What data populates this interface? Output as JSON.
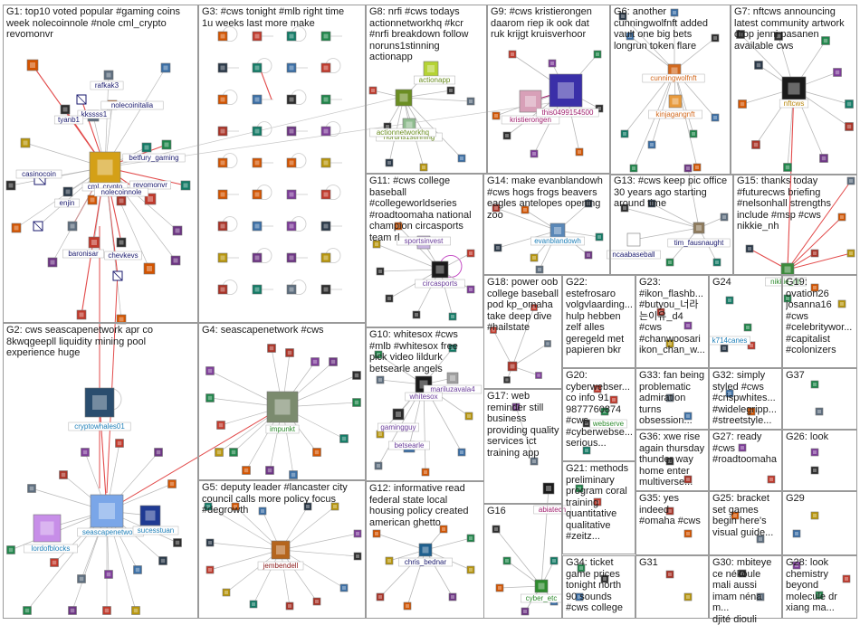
{
  "groups": [
    {
      "id": "g1",
      "label": "G1: top10 voted popular #gaming coins\nweek nolecoinnole #nole cml_crypto\nrevomonvr"
    },
    {
      "id": "g2",
      "label": "G2: cws seascapenetwork apr co\n8kwqgeepll liquidity mining pool\nexperience huge"
    },
    {
      "id": "g3",
      "label": "G3: #cws tonight #mlb right time\n1u weeks last more make"
    },
    {
      "id": "g4",
      "label": "G4: seascapenetwork #cws"
    },
    {
      "id": "g5",
      "label": "G5: deputy leader #lancaster city\ncouncil calls more policy focus\n#degrowth"
    },
    {
      "id": "g6",
      "label": "G6: another\ncunningwolfnft added\nvault one big bets\nlongrun token flare"
    },
    {
      "id": "g7",
      "label": "G7: nftcws announcing\nlatest community artwork\ndrop jenni pasanen\navailable cws"
    },
    {
      "id": "g8",
      "label": "G8: nrfi #cws todays\nactionnetworkhq #kcr\n#nrfi breakdown follow\nnoruns1stinning\nactionapp"
    },
    {
      "id": "g9",
      "label": "G9: #cws kristierongen\ndaarom riep ik ook dat\nruk krijgt kruisverhoor"
    },
    {
      "id": "g10",
      "label": "G10: whitesox #cws\n#mlb #whitesox free\npick video lildurk\nbetsearle angels"
    },
    {
      "id": "g11",
      "label": "G11: #cws college\nbaseball\n#collegeworldseries\n#roadtoomaha national\nchampion circasports\nteam rl"
    },
    {
      "id": "g12",
      "label": "G12: informative read\nfederal state local\nhousing policy created\namerican ghetto"
    },
    {
      "id": "g13",
      "label": "G13: #cws keep pic office\n30 years ago starting\naround time"
    },
    {
      "id": "g14",
      "label": "G14: make evanblandowh\n#cws hogs frogs beavers\neagles antelopes opening\nzoo"
    },
    {
      "id": "g15",
      "label": "G15: thanks today\n#futurecws briefing\n#nelsonhall strengths\ninclude #msp #cws\nnikkie_nh"
    },
    {
      "id": "g16",
      "label": "G16"
    },
    {
      "id": "g17",
      "label": "G17: web\nreminder still\nbusiness\nproviding quality\nservices ict\ntraining app"
    },
    {
      "id": "g18",
      "label": "G18: power oob\ncollege baseball\npod kp_omaha\ntake deep dive\n#hailstate"
    },
    {
      "id": "g19",
      "label": "G19:\novation26\njosanna16\n#cws\n#celebritywor...\n#capitalist\n#colonizers"
    },
    {
      "id": "g20",
      "label": "G20:\ncyberwebser...\nco info 91\n9877760874\n#cws\n#cyberwebse...\nserious..."
    },
    {
      "id": "g21",
      "label": "G21: methods\npreliminary\nprogram coral\ntraining\nquantitative\nqualitative\n#zeitz..."
    },
    {
      "id": "g22",
      "label": "G22:\nestefrosaro\nvolgvlaarding...\nhulp hebben\nzelf alles\ngeregeld met\npapieren bkr"
    },
    {
      "id": "g23",
      "label": "G23:\n#ikon_flashb...\n#butyou_너라\n는이유_d4\n#cws\n#chanwoosari\nikon_chan_w..."
    },
    {
      "id": "g24",
      "label": "G24"
    },
    {
      "id": "g25",
      "label": "G25: bracket\nset games\nbegin here's\nvisual guide..."
    },
    {
      "id": "g26",
      "label": "G26: look"
    },
    {
      "id": "g27",
      "label": "G27: ready\n#cws\n#roadtoomaha"
    },
    {
      "id": "g28",
      "label": "G28: look\nchemistry\nbeyond\nmolecule dr\nxiang ma..."
    },
    {
      "id": "g29",
      "label": "G29"
    },
    {
      "id": "g30",
      "label": "G30: mbiteye\nce nékoule\nmali aussi\nimam néna m...\ndjité diouli"
    },
    {
      "id": "g31",
      "label": "G31"
    },
    {
      "id": "g32",
      "label": "G32: simply\nstyled #cws\n#crispwhites...\n#widelegripp...\n#streetstyle..."
    },
    {
      "id": "g33",
      "label": "G33: fan being\nproblematic\nadmiration\nturns\nobsession..."
    },
    {
      "id": "g34",
      "label": "G34: ticket\ngame prices\ntonight north\n90 sounds\n#cws college"
    },
    {
      "id": "g35",
      "label": "G35: yes\nindeed\n#omaha #cws"
    },
    {
      "id": "g36",
      "label": "G36: xwe rise\nagain thursday\nthunder way\nhome enter\nmultiverse..."
    },
    {
      "id": "g37",
      "label": "G37"
    }
  ],
  "vertex_labels": [
    {
      "id": "rafkak3",
      "text": "rafkak3",
      "color": "#1a1a6e"
    },
    {
      "id": "nolecoinitalia",
      "text": "nolecoinitalia",
      "color": "#1a1a6e"
    },
    {
      "id": "kssss1",
      "text": "kkssss1",
      "color": "#1a1a6e"
    },
    {
      "id": "tyanb1",
      "text": "tyanb1",
      "color": "#1a1a6e"
    },
    {
      "id": "casinocoin",
      "text": "casinocoin",
      "color": "#1a1a6e"
    },
    {
      "id": "cml_crypto",
      "text": "cml_crypto",
      "color": "#1a1a6e"
    },
    {
      "id": "betfury",
      "text": "betfury_gaming",
      "color": "#1a1a6e"
    },
    {
      "id": "revomonvr",
      "text": "revomonvr",
      "color": "#1a1a6e"
    },
    {
      "id": "nolecoinnole",
      "text": "nolecoinnole",
      "color": "#1a1a6e"
    },
    {
      "id": "enjin",
      "text": "enjin",
      "color": "#1a1a6e"
    },
    {
      "id": "baronisar",
      "text": "baronisar",
      "color": "#1a1a6e"
    },
    {
      "id": "chevkevs",
      "text": "chevkevs",
      "color": "#1a1a6e"
    },
    {
      "id": "cryptowhales01",
      "text": "cryptowhales01",
      "color": "#1e7fb8"
    },
    {
      "id": "seascapenetwork",
      "text": "seascapenetwork",
      "color": "#1e7fb8"
    },
    {
      "id": "sucesstuan",
      "text": "sucesstuan",
      "color": "#1e7fb8"
    },
    {
      "id": "lordofblocks",
      "text": "lordofblocks",
      "color": "#1e7fb8"
    },
    {
      "id": "impunkt",
      "text": "impunkt",
      "color": "#2e8b2e"
    },
    {
      "id": "jembendell",
      "text": "jembendell",
      "color": "#8b1a1a"
    },
    {
      "id": "actionapp",
      "text": "actionapp",
      "color": "#6b8e23"
    },
    {
      "id": "noruns1stinning",
      "text": "noruns1stinning",
      "color": "#6b8e23"
    },
    {
      "id": "actionnetworkhq",
      "text": "actionnetworkhq",
      "color": "#6b8e23"
    },
    {
      "id": "kristierongen",
      "text": "kristierongen",
      "color": "#a0206e"
    },
    {
      "id": "this0499154500",
      "text": "this0499154500",
      "color": "#a0206e"
    },
    {
      "id": "cunningwolfnft",
      "text": "cunningwolfnft",
      "color": "#d2691e"
    },
    {
      "id": "kinjagangnft",
      "text": "kinjagangnft",
      "color": "#d2691e"
    },
    {
      "id": "nftcws",
      "text": "nftcws",
      "color": "#b8860b"
    },
    {
      "id": "sportsinvest",
      "text": "sportsinvest",
      "color": "#6a3d9a"
    },
    {
      "id": "circasports",
      "text": "circasports",
      "color": "#6a3d9a"
    },
    {
      "id": "evanblandowh",
      "text": "evanblandowh",
      "color": "#1e7fb8"
    },
    {
      "id": "ncaabaseball",
      "text": "ncaabaseball",
      "color": "#1a1a6e"
    },
    {
      "id": "tim_fausnaught",
      "text": "tim_fausnaught",
      "color": "#1a1a6e"
    },
    {
      "id": "nikkie",
      "text": "nikkie_nh",
      "color": "#2e8b2e"
    },
    {
      "id": "mariluzavala4",
      "text": "mariluzavala4",
      "color": "#6a3d9a"
    },
    {
      "id": "whitesox",
      "text": "whitesox",
      "color": "#6a3d9a"
    },
    {
      "id": "gamingguy",
      "text": "gamingguy",
      "color": "#6a3d9a"
    },
    {
      "id": "betsearle",
      "text": "betsearle",
      "color": "#6a3d9a"
    },
    {
      "id": "chris_bednar",
      "text": "chris_bednar",
      "color": "#1a1a6e"
    },
    {
      "id": "abiatech",
      "text": "abiatech",
      "color": "#a0206e"
    },
    {
      "id": "cyber_etc",
      "text": "cyber_etc",
      "color": "#2e8b2e"
    },
    {
      "id": "webserve",
      "text": "webserve",
      "color": "#2e8b2e"
    },
    {
      "id": "k714canes",
      "text": "k714canes",
      "color": "#1e7fb8"
    }
  ]
}
